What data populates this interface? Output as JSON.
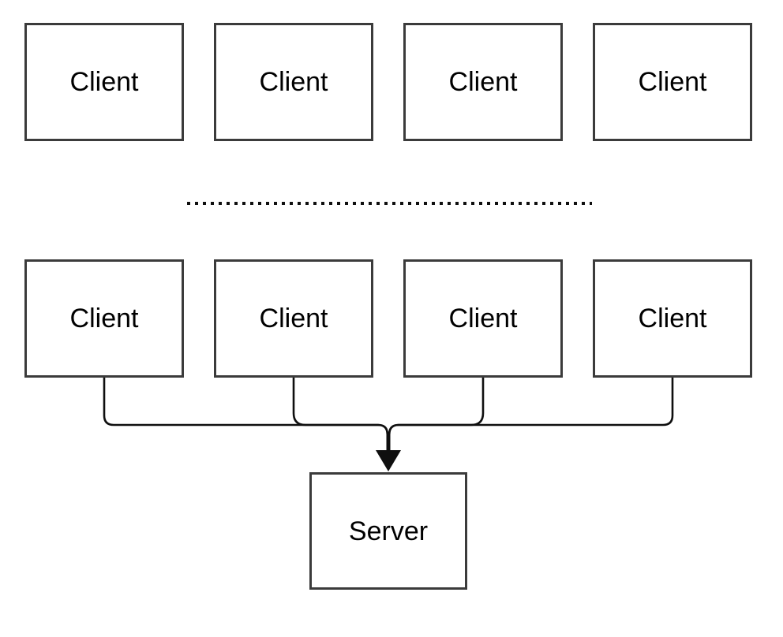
{
  "diagram": {
    "type": "client-server-topology",
    "top_clients": [
      {
        "label": "Client"
      },
      {
        "label": "Client"
      },
      {
        "label": "Client"
      },
      {
        "label": "Client"
      }
    ],
    "bottom_clients": [
      {
        "label": "Client"
      },
      {
        "label": "Client"
      },
      {
        "label": "Client"
      },
      {
        "label": "Client"
      }
    ],
    "server": {
      "label": "Server"
    },
    "separator": {
      "type": "dotted-line",
      "orientation": "horizontal"
    },
    "edges": [
      {
        "from": "bottom-client-1",
        "to": "server",
        "arrow": true
      },
      {
        "from": "bottom-client-2",
        "to": "server",
        "arrow": true
      },
      {
        "from": "bottom-client-3",
        "to": "server",
        "arrow": true
      },
      {
        "from": "bottom-client-4",
        "to": "server",
        "arrow": true
      }
    ],
    "colors": {
      "background": "#ffffff",
      "node_border": "#3b3b3b",
      "node_fill": "#ffffff",
      "edge_stroke": "#0f0f0f",
      "text": "#000000"
    }
  }
}
